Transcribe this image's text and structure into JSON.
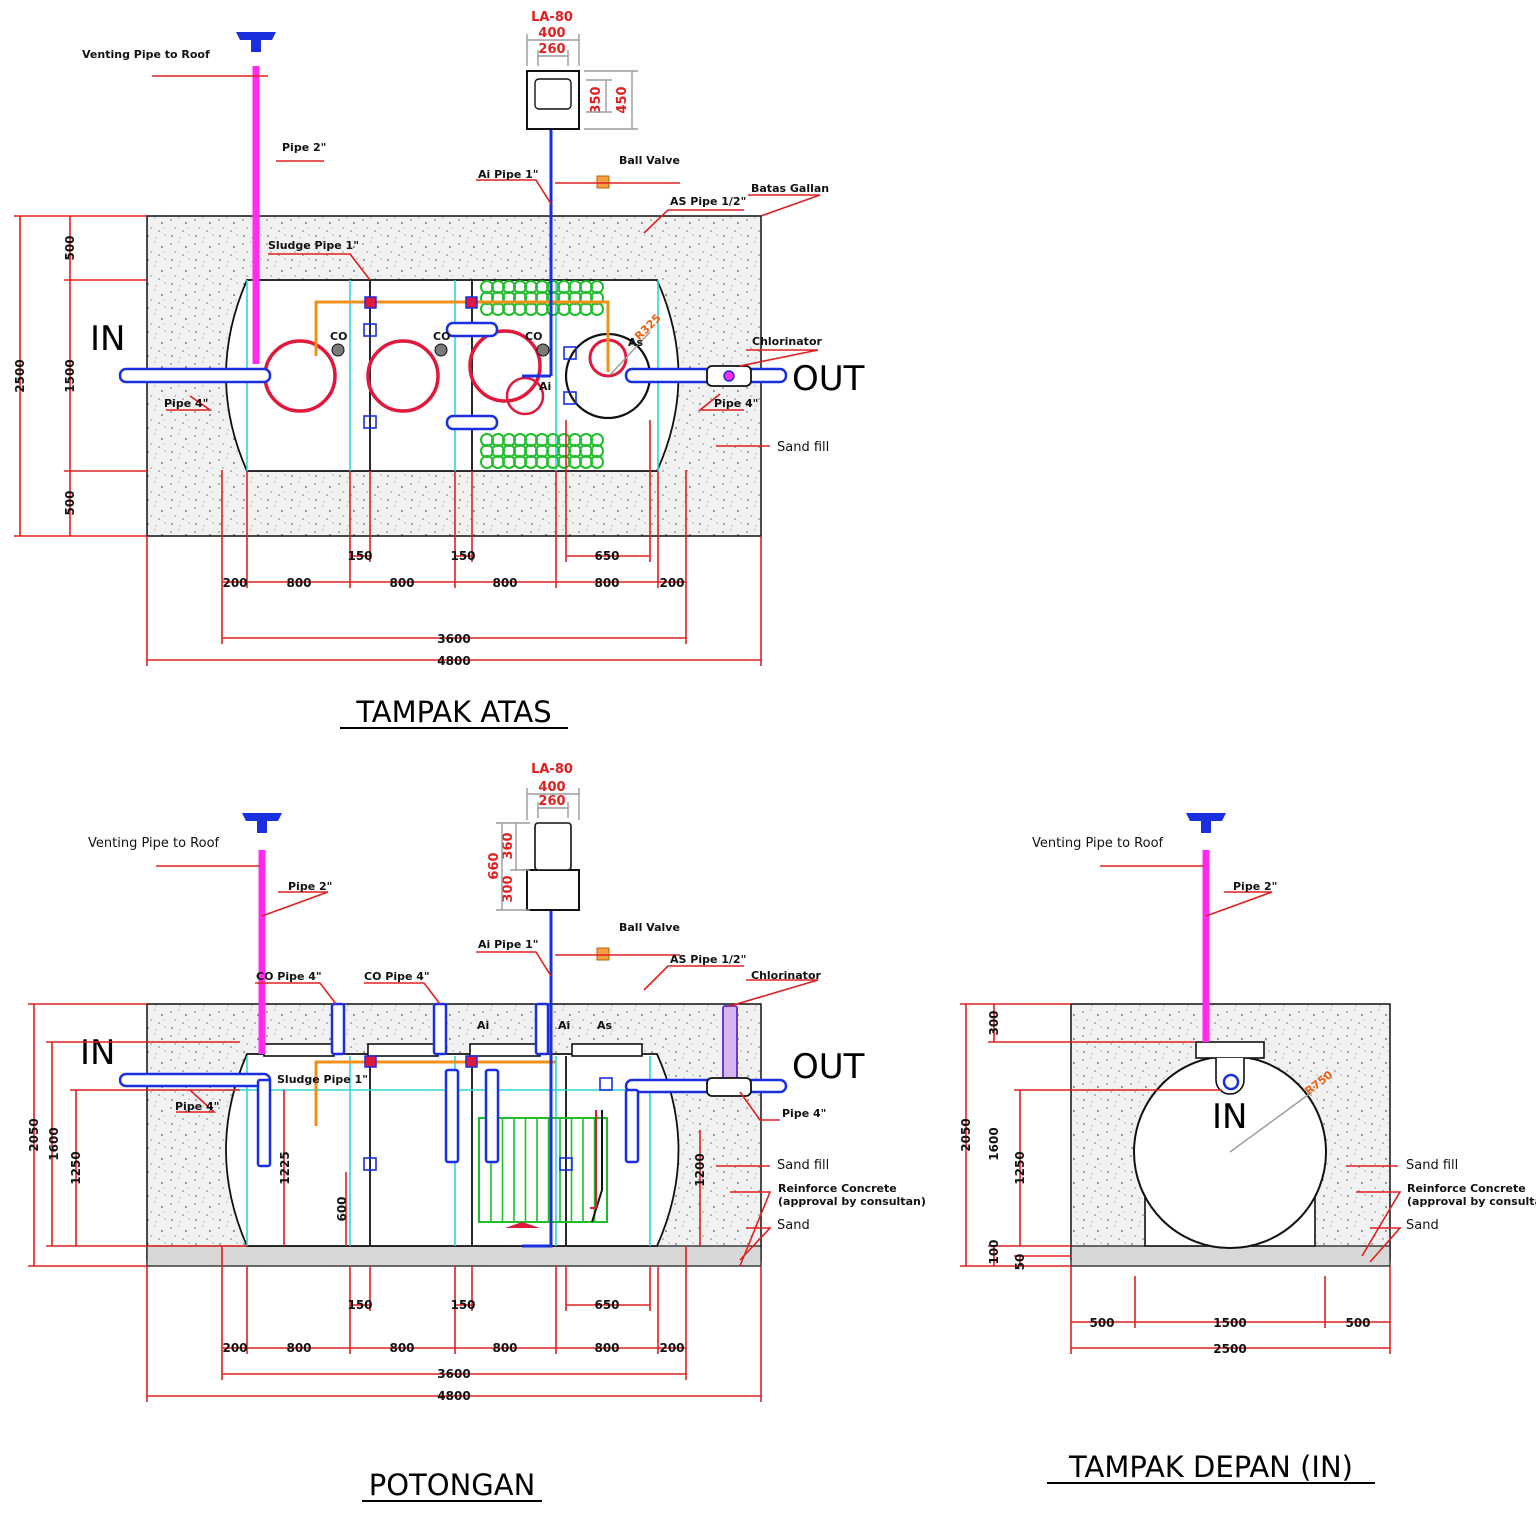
{
  "palette": {
    "pipe_vent": "#ff2cf0",
    "pipe_water": "#1a2fe0",
    "pipe_sludge": "#f0901a",
    "dimension": "#e02020",
    "media": "#1fbf2a",
    "cleanout": "#808080",
    "valve": "#f2a040"
  },
  "top_view": {
    "title": "TAMPAK ATAS",
    "blower": "LA-80",
    "blower_dims": [
      "400",
      "260",
      "350",
      "450"
    ],
    "labels": {
      "vent": "Venting Pipe to Roof",
      "pipe2": "Pipe 2\"",
      "ball_valve": "Ball Valve",
      "ai_pipe": "Ai Pipe 1\"",
      "batas": "Batas Gallan",
      "as_pipe": "AS Pipe 1/2\"",
      "sludge": "Sludge Pipe 1\"",
      "co": "CO",
      "ai": "Ai",
      "as": "As",
      "radius": "R325",
      "chlorinator": "Chlorinator",
      "pipe4_in": "Pipe 4\"",
      "pipe4_out": "Pipe 4\"",
      "sand_fill": "Sand fill",
      "in": "IN",
      "out": "OUT"
    },
    "dims_left": [
      "500",
      "1500",
      "500",
      "2500"
    ],
    "dims_mid": [
      "150",
      "150",
      "650"
    ],
    "dims_bottom": [
      "200",
      "800",
      "800",
      "800",
      "800",
      "200"
    ],
    "dim_3600": "3600",
    "dim_4800": "4800"
  },
  "section_view": {
    "title": "POTONGAN",
    "blower": "LA-80",
    "blower_dims": [
      "400",
      "260",
      "660",
      "360",
      "300"
    ],
    "labels": {
      "vent": "Venting Pipe to Roof",
      "pipe2": "Pipe 2\"",
      "ball_valve": "Ball Valve",
      "ai_pipe": "Ai Pipe 1\"",
      "co_pipe_a": "CO Pipe 4\"",
      "co_pipe_b": "CO Pipe 4\"",
      "as_pipe": "AS Pipe 1/2\"",
      "chlorinator": "Chlorinator",
      "ai_a": "Ai",
      "ai_b": "Ai",
      "as": "As",
      "sludge": "Sludge Pipe 1\"",
      "pipe4_in": "Pipe 4\"",
      "pipe4_out": "Pipe 4\"",
      "sand_fill": "Sand fill",
      "rc1": "Reinforce Concrete",
      "rc2": "(approval by consultan)",
      "sand": "Sand",
      "in": "IN",
      "out": "OUT"
    },
    "dims_left": [
      "2050",
      "1600",
      "1250"
    ],
    "dims_inner": [
      "1225",
      "600",
      "1200"
    ],
    "dims_mid": [
      "150",
      "150",
      "650"
    ],
    "dims_bottom": [
      "200",
      "800",
      "800",
      "800",
      "800",
      "200"
    ],
    "dim_3600": "3600",
    "dim_4800": "4800"
  },
  "front_view": {
    "title": "TAMPAK DEPAN (IN)",
    "labels": {
      "vent": "Venting Pipe to Roof",
      "pipe2": "Pipe 2\"",
      "in": "IN",
      "radius": "R750",
      "sand_fill": "Sand fill",
      "rc1": "Reinforce Concrete",
      "rc2": "(approval by consultan)",
      "sand": "Sand"
    },
    "dims_left": [
      "2050",
      "300",
      "1600",
      "1250",
      "100",
      "50"
    ],
    "dims_bottom": [
      "500",
      "1500",
      "500"
    ],
    "dim_total": "2500"
  }
}
